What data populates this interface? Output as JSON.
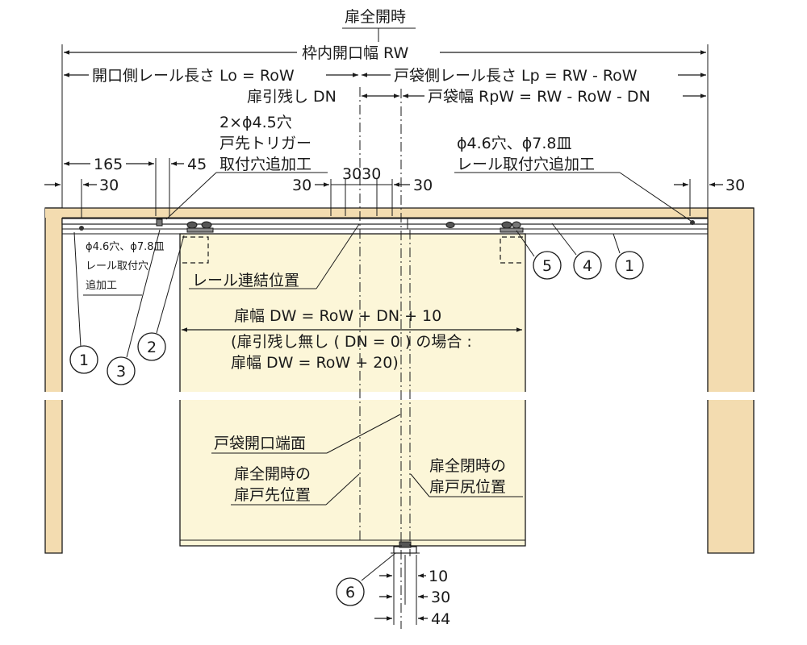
{
  "colors": {
    "frame": "#f3dcb0",
    "door": "#fcf6d8",
    "line": "#1a1a1a",
    "background": "#ffffff"
  },
  "dimensions": {
    "open_state": "扉全開時",
    "rw": "枠内開口幅 RW",
    "lo": "開口側レール長さ Lo = RoW",
    "lp": "戸袋側レール長さ Lp = RW - RoW",
    "dn": "扉引残し DN",
    "rpw": "戸袋幅 RpW = RW - RoW - DN",
    "d165": "165",
    "d45": "45",
    "d30_left": "30",
    "d30_right": "30",
    "d30_mid_left": "30",
    "d3030": "3030",
    "d30_mid_right": "30",
    "d10": "10",
    "d30_bottom": "30",
    "d44": "44"
  },
  "annotations": {
    "trigger_line1": "2×ϕ4.5穴",
    "trigger_line2": "戸先トリガー",
    "trigger_line3": "取付穴追加工",
    "rail_hole_right_line1": "ϕ4.6穴、ϕ7.8皿",
    "rail_hole_right_line2": "レール取付穴追加工",
    "rail_hole_left_line1": "ϕ4.6穴、ϕ7.8皿",
    "rail_hole_left_line2": "レール取付穴",
    "rail_hole_left_line3": "追加工",
    "rail_joint": "レール連結位置",
    "door_width_line1": "扉幅 DW = RoW + DN + 10",
    "door_width_line2": "(扉引残し無し ( DN = 0 ) の場合 :",
    "door_width_line3": "扉幅 DW = RoW + 20)",
    "pocket_face": "戸袋開口端面",
    "open_lead_line1": "扉全開時の",
    "open_lead_line2": "扉戸先位置",
    "closed_tail_line1": "扉全閉時の",
    "closed_tail_line2": "扉戸尻位置"
  },
  "callouts": {
    "c1_left": "1",
    "c3": "3",
    "c2": "2",
    "c5": "5",
    "c4": "4",
    "c1_right": "1",
    "c6": "6"
  }
}
